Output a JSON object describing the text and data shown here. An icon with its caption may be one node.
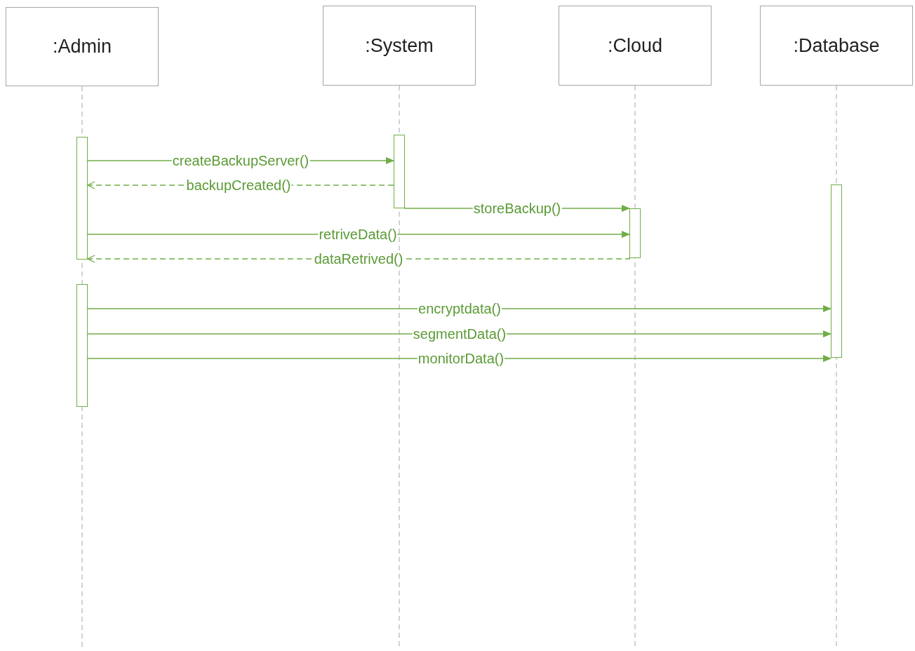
{
  "diagram": {
    "nodes": [
      {
        "text": [
          ":Admin"
        ]
      },
      {
        "text": [
          ":System"
        ]
      },
      {
        "text": [
          ":Cloud"
        ]
      },
      {
        "text": [
          ":Database"
        ]
      },
      {
        "text": [],
        "shape": "bar"
      },
      {
        "text": [],
        "shape": "bar"
      },
      {
        "text": [],
        "shape": "bar"
      },
      {
        "text": [],
        "shape": "bar"
      },
      {
        "text": [],
        "shape": "bar"
      }
    ],
    "edges": [
      {
        "from": 5,
        "to": 4,
        "arrow": "to",
        "label": "createBackupServer()"
      },
      {
        "from": 4,
        "to": 5,
        "arrow": "to",
        "label": "backupCreated()",
        "style": "dashed"
      },
      {
        "from": 4,
        "to": 7,
        "arrow": "to",
        "label": "storeBackup()"
      },
      {
        "from": 5,
        "to": 7,
        "arrow": "to",
        "label": "retriveData()"
      },
      {
        "from": 7,
        "to": 5,
        "arrow": "to",
        "label": "dataRetrived()",
        "style": "dashed"
      },
      {
        "from": 8,
        "to": 6,
        "arrow": "to",
        "label": "encryptdata()"
      },
      {
        "from": 8,
        "to": 6,
        "arrow": "to",
        "label": "segmentData()"
      },
      {
        "from": 8,
        "to": 6,
        "arrow": "to",
        "label": "monitorData()"
      }
    ]
  }
}
